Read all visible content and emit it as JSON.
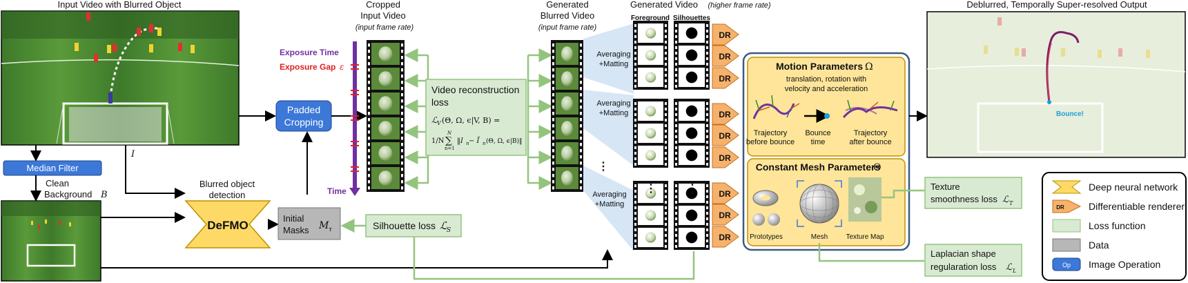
{
  "input_video": {
    "title": "Input Video with Blurred Object"
  },
  "median_filter": {
    "label": "Median Filter"
  },
  "clean_background": {
    "line1": "Clean",
    "line2": "Background",
    "symbol": "B"
  },
  "input_symbol": "I",
  "padded_cropping": {
    "line1": "Padded",
    "line2": "Cropping"
  },
  "cropped_video": {
    "line1": "Cropped",
    "line2": "Input Video",
    "line3": "(input frame rate)"
  },
  "exposure": {
    "time": "Exposure Time",
    "gap": "Exposure Gap",
    "gap_symbol": "ε",
    "axis": "Time"
  },
  "detection": {
    "line1": "Blurred object",
    "line2": "detection"
  },
  "defmo": {
    "label": "DeFMO"
  },
  "initial_masks": {
    "line1": "Initial",
    "line2": "Masks",
    "symbol": "M",
    "sub": "τ"
  },
  "silhouette_loss": {
    "label": "Silhouette loss",
    "symbol": "ℒ",
    "sub": "S"
  },
  "video_reconstruction": {
    "line1": "Video reconstruction",
    "line2": "loss",
    "formula_line1": "ℒ",
    "formula_line1_sub": "V",
    "formula_line1_rest": "(Θ, Ω, ϵ|V, B) =",
    "formula_line2_frac": "1/N",
    "formula_line2_sum": "∑",
    "formula_sum_top": "N",
    "formula_sum_bottom": "n=1",
    "formula_line2_rest": "‖I",
    "formula_line2_sub": "n",
    "formula_line2_tail": " − Î",
    "formula_line2_sub2": "n",
    "formula_line2_end": "(Θ, Ω, ϵ|B)‖"
  },
  "generated_blurred": {
    "line1": "Generated",
    "line2": "Blurred Video",
    "line3": "(input frame rate)"
  },
  "averaging": {
    "line1": "Averaging",
    "line2": "+Matting"
  },
  "dots": "⋮",
  "generated_video": {
    "title": "Generated Video",
    "subtitle": "(higher frame rate)",
    "col1": "Foreground",
    "col2": "Silhouettes"
  },
  "dr_label": "DR",
  "motion": {
    "title": "Motion Parameters",
    "symbol": "Ω",
    "line1": "translation, rotation with",
    "line2": "velocity and acceleration",
    "before": {
      "line1": "Trajectory",
      "line2": "before bounce"
    },
    "bounce_time": {
      "line1": "Bounce",
      "line2": "time"
    },
    "after": {
      "line1": "Trajectory",
      "line2": "after bounce"
    }
  },
  "mesh": {
    "title": "Constant Mesh Parameters",
    "symbol": "Θ",
    "prototypes": "Prototypes",
    "mesh": "Mesh",
    "texture_map": "Texture Map"
  },
  "texture_loss": {
    "line1": "Texture",
    "line2": "smoothness loss",
    "symbol": "ℒ",
    "sub": "T"
  },
  "laplacian_loss": {
    "line1": "Laplacian shape",
    "line2": "regularation loss",
    "symbol": "ℒ",
    "sub": "L"
  },
  "output": {
    "title": "Deblurred, Temporally Super-resolved Output",
    "bounce": "Bounce!"
  },
  "legend": {
    "items": [
      {
        "label": "Deep neural network"
      },
      {
        "label": "Differentiable renderer",
        "badge": "DR"
      },
      {
        "label": "Loss function"
      },
      {
        "label": "Data"
      },
      {
        "label": "Image Operation",
        "badge": "Op"
      }
    ]
  },
  "colors": {
    "loss_fill": "#d9ead3",
    "loss_stroke": "#93c47d",
    "op_fill": "#3c78d8",
    "data_fill": "#b7b7b7",
    "dr_fill": "#f6b26b",
    "dnn_fill": "#ffd966",
    "purple": "#7030a0",
    "red": "#e02020",
    "motion_fill": "#ffe599",
    "panel_stroke": "#3d5a80"
  }
}
